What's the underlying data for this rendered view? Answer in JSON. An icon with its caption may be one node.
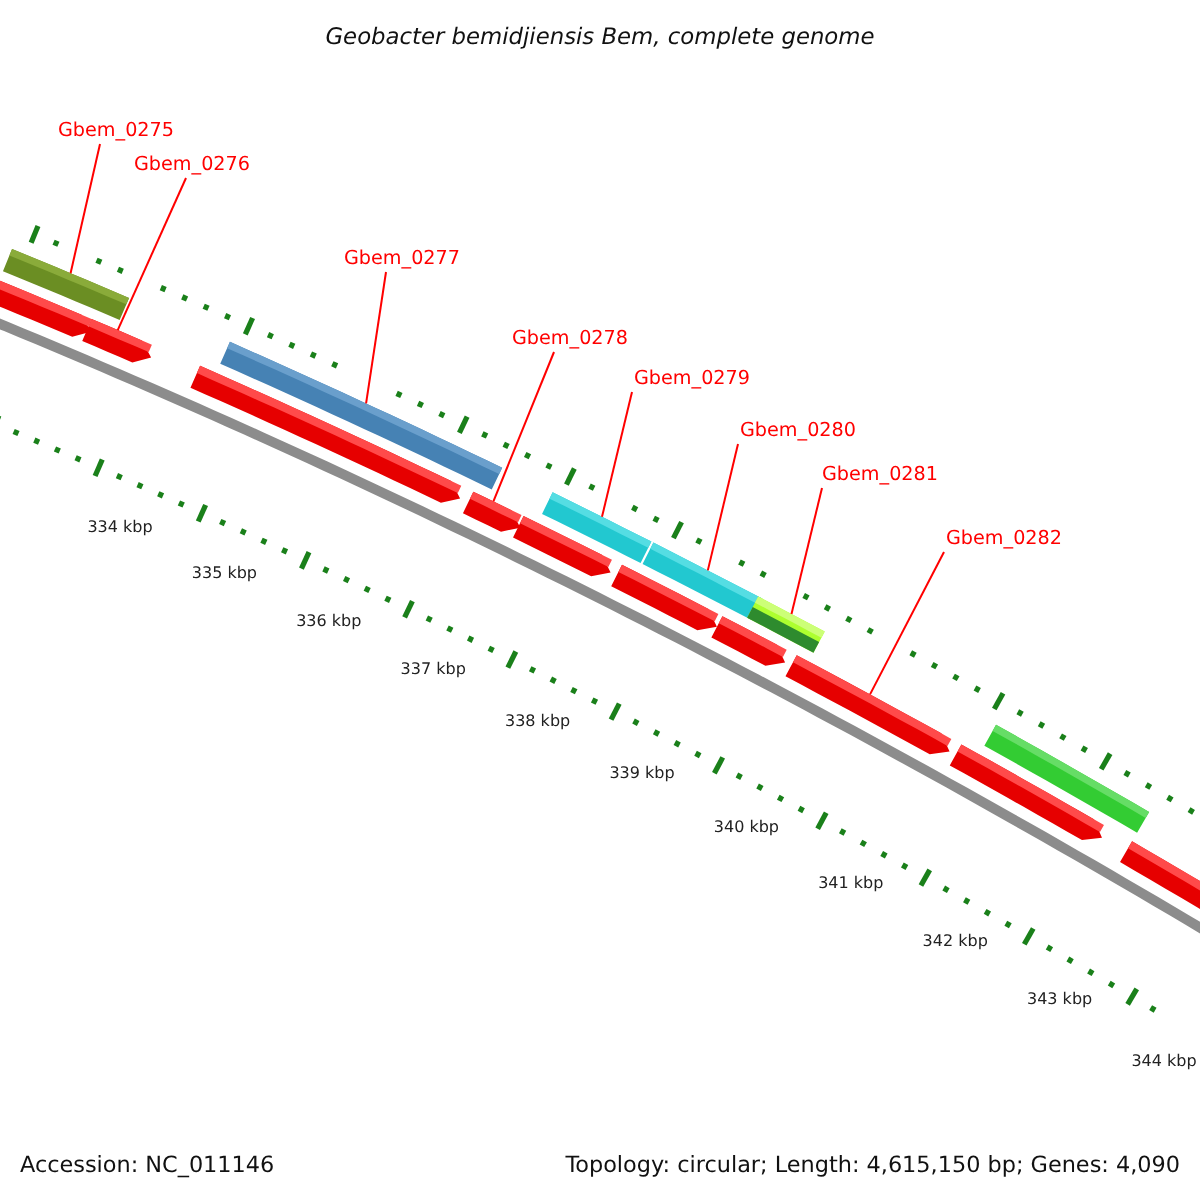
{
  "diagram": {
    "title": "Geobacter bemidjiensis Bem, complete genome",
    "nodes": [
      {
        "text": [
          "Gbem_0275"
        ]
      },
      {
        "text": [
          "Gbem_0276"
        ]
      },
      {
        "text": [
          "Gbem_0277"
        ]
      },
      {
        "text": [
          "Gbem_0278"
        ]
      },
      {
        "text": [
          "Gbem_0279"
        ]
      },
      {
        "text": [
          "Gbem_0280"
        ]
      },
      {
        "text": [
          "Gbem_0281"
        ]
      },
      {
        "text": [
          "Gbem_0282"
        ]
      },
      {
        "text": [],
        "shape": "bar"
      },
      {
        "text": [],
        "shape": "bar"
      },
      {
        "text": [],
        "shape": "bar"
      },
      {
        "text": [],
        "shape": "bar"
      },
      {
        "text": [],
        "shape": "bar"
      },
      {
        "text": [],
        "shape": "bar"
      },
      {
        "text": [],
        "shape": "bar"
      },
      {
        "text": [],
        "shape": "bar"
      },
      {
        "text": [],
        "shape": "bar"
      },
      {
        "text": [],
        "shape": "bar"
      },
      {
        "text": [],
        "shape": "bar"
      },
      {
        "text": [],
        "shape": "bar"
      },
      {
        "text": [],
        "shape": "bar"
      },
      {
        "text": [],
        "shape": "bar"
      },
      {
        "text": [],
        "shape": "bar"
      },
      {
        "text": [],
        "shape": "bar"
      }
    ],
    "edges": [
      {
        "from": 0,
        "to": 8,
        "arrow": "none"
      },
      {
        "from": 1,
        "to": 10,
        "arrow": "none"
      },
      {
        "from": 2,
        "to": 12,
        "arrow": "none"
      },
      {
        "from": 3,
        "to": 13,
        "arrow": "none"
      },
      {
        "from": 4,
        "to": 15,
        "arrow": "none"
      },
      {
        "from": 5,
        "to": 17,
        "arrow": "none"
      },
      {
        "from": 6,
        "to": 19,
        "arrow": "none"
      },
      {
        "from": 7,
        "to": 20,
        "arrow": "none"
      }
    ],
    "labels": [
      "334 kbp",
      "335 kbp",
      "336 kbp",
      "337 kbp",
      "338 kbp",
      "339 kbp",
      "340 kbp",
      "341 kbp",
      "342 kbp",
      "343 kbp",
      "344 kbp",
      "Accession: NC_011146",
      "Topology: circular; Length: 4,615,150 bp; Genes: 4,090"
    ]
  }
}
